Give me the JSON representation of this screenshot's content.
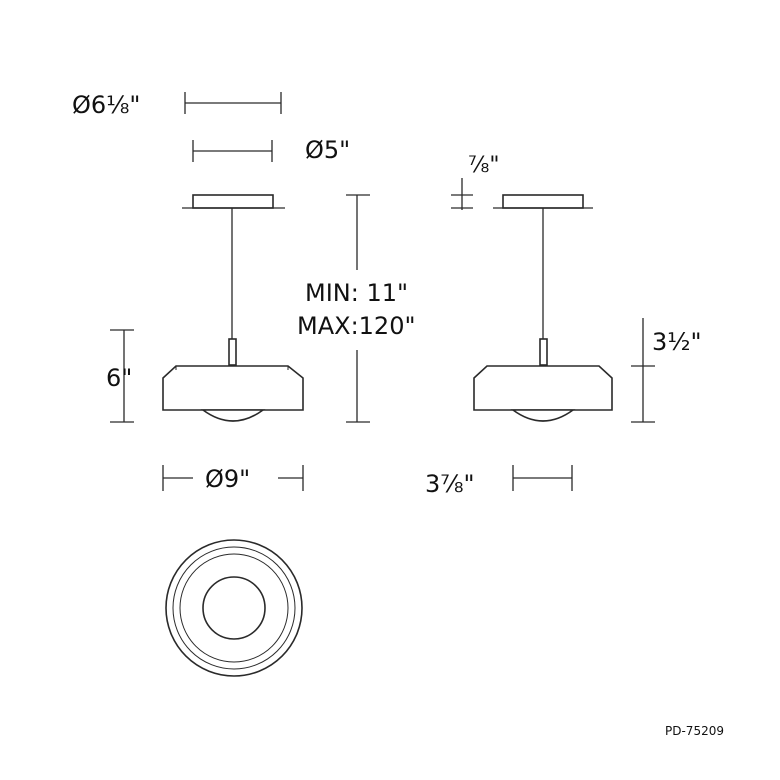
{
  "dimensions": {
    "canopy_diameter": "Ø6⅛\"",
    "canopy_mount_diameter": "Ø5\"",
    "canopy_height": "⅞\"",
    "cord_length_min": "MIN: 11\"",
    "cord_length_max": "MAX:120\"",
    "fixture_height": "6\"",
    "shade_height": "3½\"",
    "shade_diameter": "Ø9\"",
    "lens_depth": "3⅞\""
  },
  "model_code": "PD-75209"
}
